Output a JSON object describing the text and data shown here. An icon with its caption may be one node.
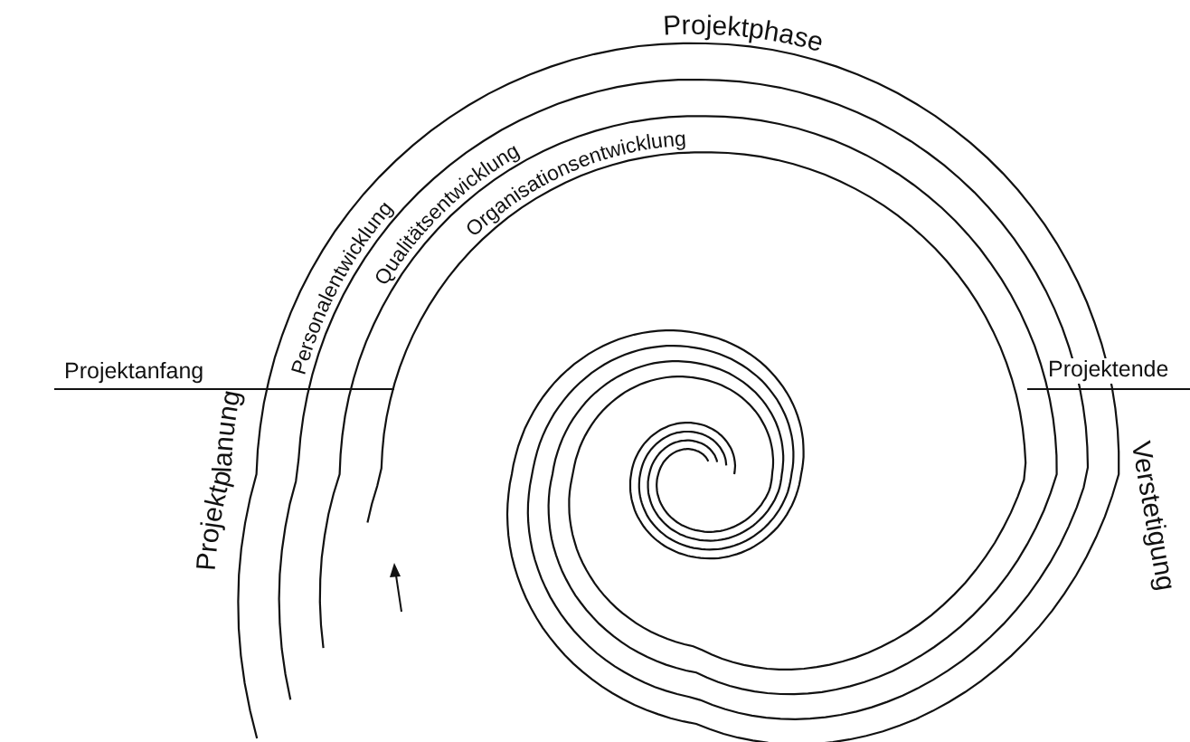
{
  "diagram": {
    "labels": [
      "Projektphase",
      "Personalentwicklung",
      "Qualitätsentwicklung",
      "Organisationsentwicklung",
      "Projektanfang",
      "Projektende",
      "Projektplanung",
      "Verstetigung"
    ]
  }
}
